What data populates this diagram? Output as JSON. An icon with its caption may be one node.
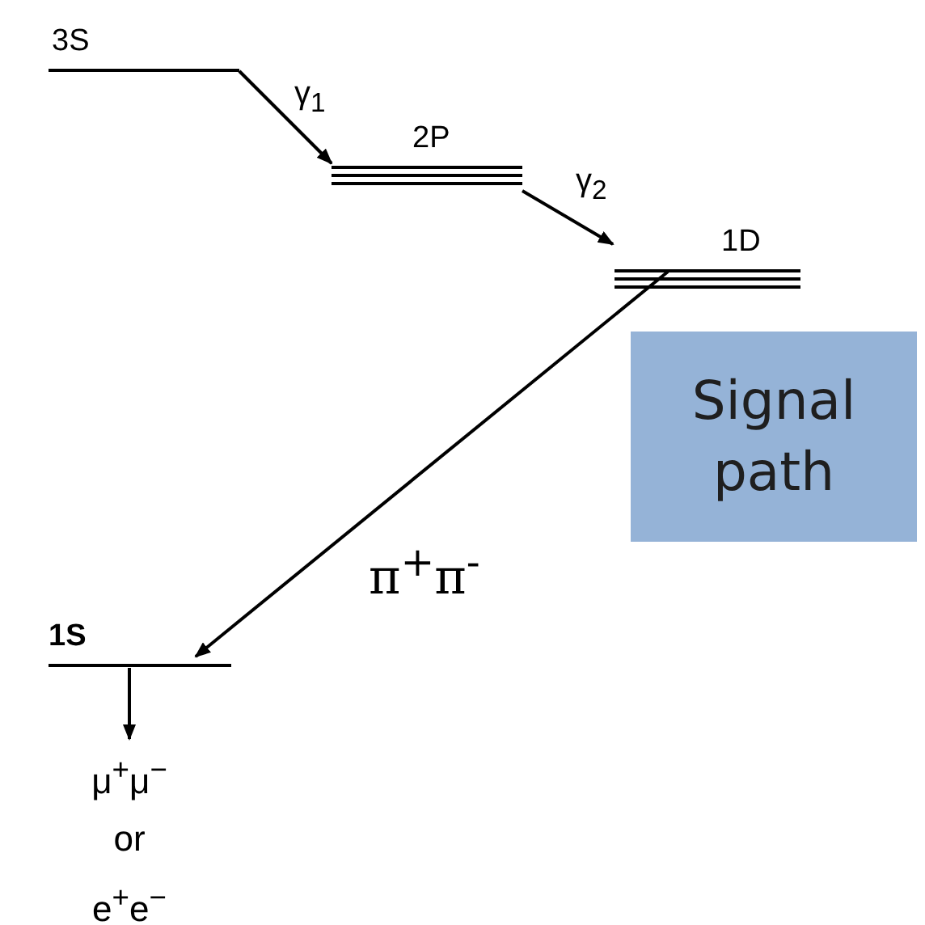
{
  "diagram": {
    "nodes": [
      {
        "text": [
          "3S"
        ]
      },
      {
        "text": [
          "2P"
        ]
      },
      {
        "text": [
          "1D"
        ]
      },
      {
        "text": [
          "1S"
        ]
      },
      {
        "text": [
          "μ$^{+}$μ$^{−}$ or e$^{+}$e$^{−}$"
        ]
      },
      {
        "text": [
          "Signal path"
        ]
      }
    ],
    "edges": [
      {
        "from": 0,
        "to": 1,
        "arrow": "to",
        "label": "γ$_{1}$"
      },
      {
        "from": 1,
        "to": 2,
        "arrow": "to",
        "label": "γ$_{2}$"
      },
      {
        "from": 2,
        "to": 3,
        "arrow": "to",
        "label": "π$^{+}$π$^{-}$"
      },
      {
        "from": 3,
        "to": 4,
        "arrow": "to"
      }
    ]
  }
}
